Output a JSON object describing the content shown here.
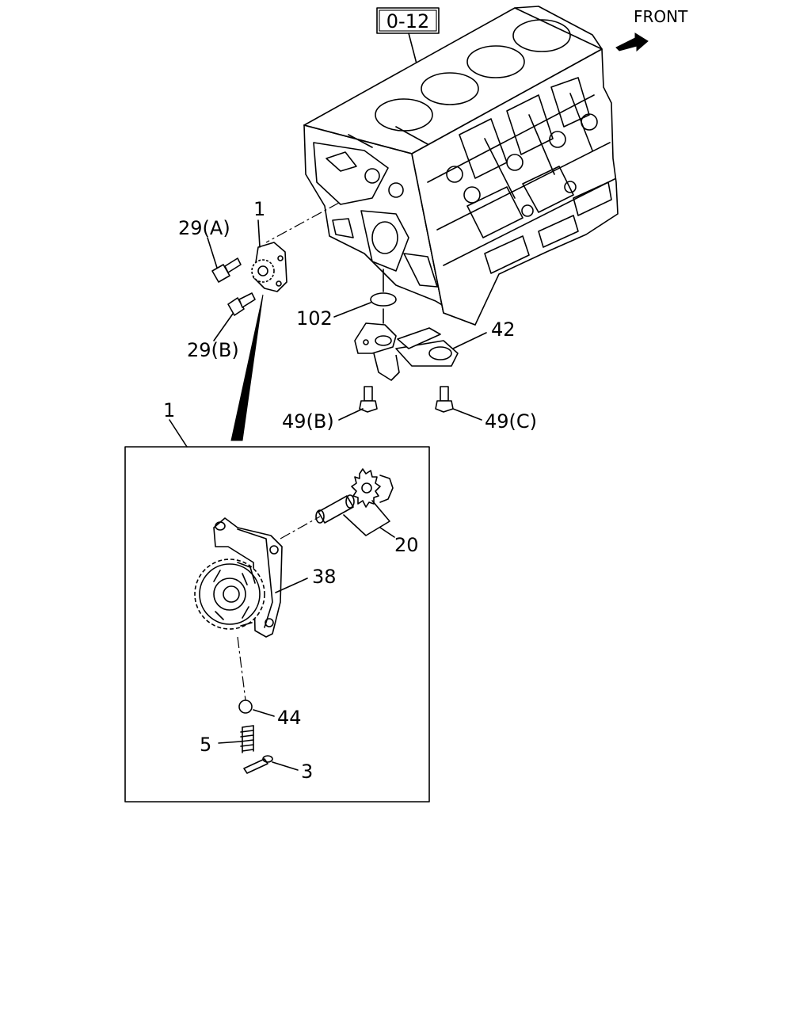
{
  "header": {
    "ref_box": "0-12",
    "front_label": "FRONT"
  },
  "callouts": {
    "c29a": "29(A)",
    "c29b": "29(B)",
    "c1_top": "1",
    "c1_detail": "1",
    "c102": "102",
    "c42": "42",
    "c49b": "49(B)",
    "c49c": "49(C)",
    "c20": "20",
    "c38": "38",
    "c44": "44",
    "c5": "5",
    "c3": "3"
  },
  "icons": {
    "front_arrow": "arrow-right-icon"
  }
}
